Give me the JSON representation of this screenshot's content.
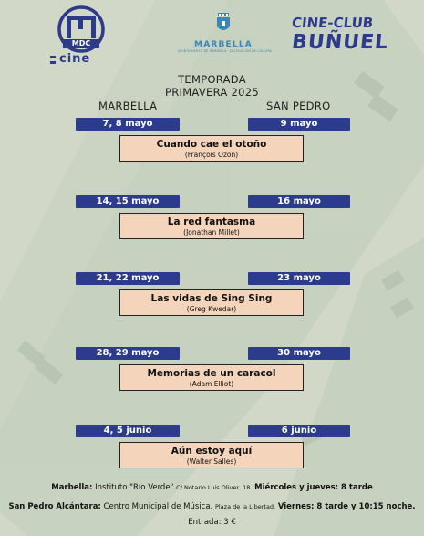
{
  "logos": {
    "mdc_letters": "MDC",
    "mdc_word": "cine",
    "marbella_name": "MARBELLA",
    "marbella_sub": "AYUNTAMIENTO DE MARBELLA · DELEGACIÓN DE CULTURA",
    "buneul_line1": "CINE-CLUB",
    "buneul_line2": "BUÑUEL"
  },
  "header": {
    "line1": "TEMPORADA",
    "line2": "PRIMAVERA 2025",
    "col_left": "MARBELLA",
    "col_right": "SAN PEDRO"
  },
  "films": [
    {
      "marbella": "7, 8 mayo",
      "sanpedro": "9 mayo",
      "title": "Cuando cae el otoño",
      "director": "(François Ozon)"
    },
    {
      "marbella": "14, 15 mayo",
      "sanpedro": "16 mayo",
      "title": "La red fantasma",
      "director": "(Jonathan Millet)"
    },
    {
      "marbella": "21, 22 mayo",
      "sanpedro": "23 mayo",
      "title": "Las vidas de Sing Sing",
      "director": "(Greg Kwedar)"
    },
    {
      "marbella": "28, 29 mayo",
      "sanpedro": "30 mayo",
      "title": "Memorias de un caracol",
      "director": "(Adam Elliot)"
    },
    {
      "marbella": "4, 5 junio",
      "sanpedro": "6 junio",
      "title": "Aún estoy aquí",
      "director": "(Walter Salles)"
    }
  ],
  "footer": {
    "marbella_label": "Marbella:",
    "marbella_place": "Instituto \"Río Verde\".",
    "marbella_addr": "C/ Notario Luis Oliver, 18.",
    "marbella_when": "Miércoles y jueves: 8 tarde",
    "sanpedro_label": "San Pedro Alcántara:",
    "sanpedro_place": "Centro Municipal de Música.",
    "sanpedro_addr": "Plaza de la Libertad.",
    "sanpedro_when": "Viernes: 8 tarde y 10:15 noche.",
    "entrada": "Entrada: 3 €"
  },
  "colors": {
    "background": "#d2d8c7",
    "film_strip": "#bccbb8",
    "datebar": "#2c3b8e",
    "filmbox": "#f4d4bb",
    "logo_blue": "#2d3a8c"
  }
}
